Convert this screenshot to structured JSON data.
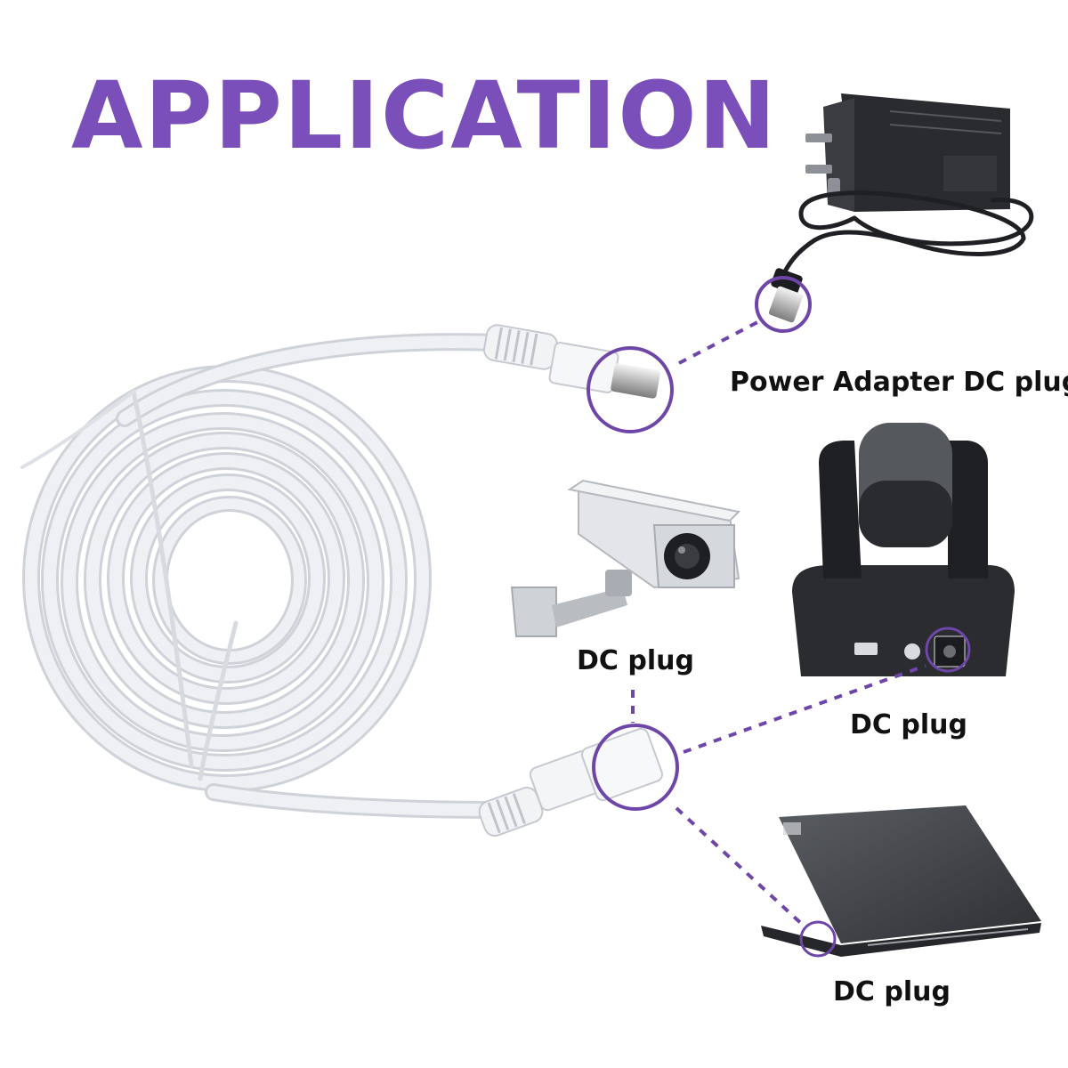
{
  "title": "APPLICATION",
  "labels": {
    "power_adapter": "Power Adapter DC plug",
    "security_camera": "DC plug",
    "ptz_camera": "DC plug",
    "laptop": "DC plug"
  },
  "colors": {
    "accent": "#7a4fb9",
    "cable": "#e6e9ee",
    "device_dark": "#2b2c30",
    "text": "#111111"
  }
}
